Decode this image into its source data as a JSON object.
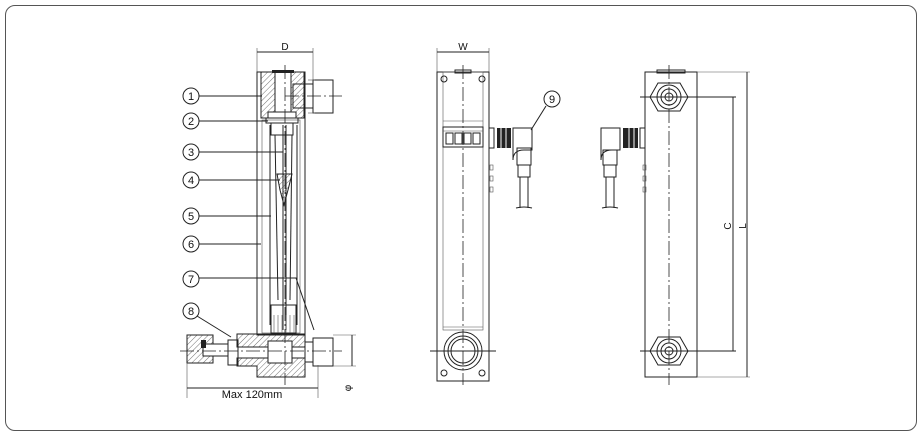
{
  "title": "Flow meter dimensional drawing",
  "dimensions": {
    "D": "D",
    "W": "W",
    "C": "C",
    "L": "L",
    "max_length": "Max 120mm",
    "phi": "φ"
  },
  "balloons": [
    "1",
    "2",
    "3",
    "4",
    "5",
    "6",
    "7",
    "8",
    "9"
  ],
  "colors": {
    "line": "#222222",
    "frame": "#555555",
    "background": "#ffffff"
  }
}
